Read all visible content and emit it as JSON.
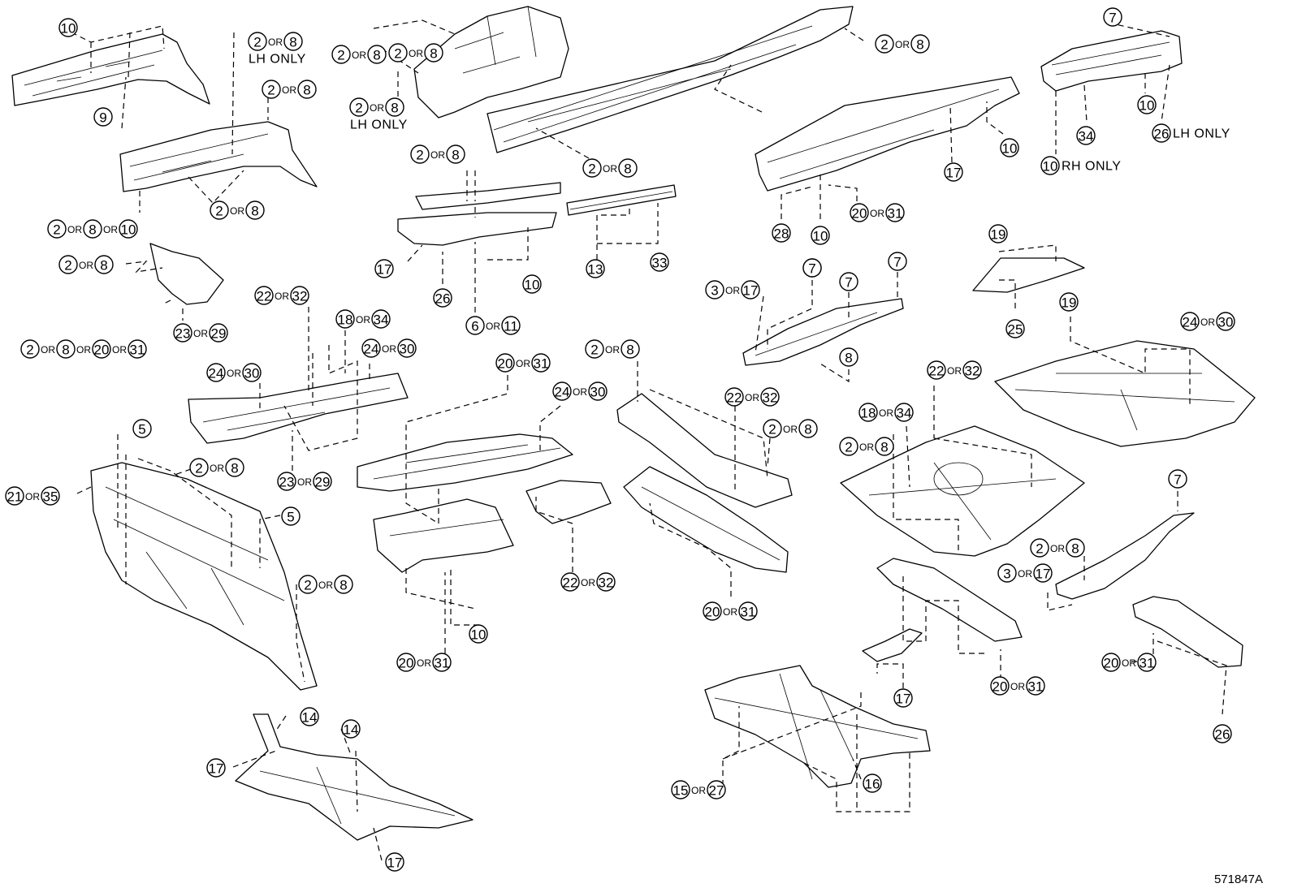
{
  "callouts": [
    {
      "parts": [
        "10"
      ],
      "note": ""
    },
    {
      "parts": [
        "2",
        "8"
      ],
      "note": "LH ONLY"
    },
    {
      "parts": [
        "2",
        "8"
      ],
      "note": ""
    },
    {
      "parts": [
        "9"
      ],
      "note": ""
    },
    {
      "parts": [
        "2",
        "8"
      ],
      "note": ""
    },
    {
      "parts": [
        "2",
        "8",
        "10"
      ],
      "note": ""
    },
    {
      "parts": [
        "2",
        "8"
      ],
      "note": ""
    },
    {
      "parts": [
        "2",
        "8"
      ],
      "note": ""
    },
    {
      "parts": [
        "23",
        "29"
      ],
      "note": ""
    },
    {
      "parts": [
        "2",
        "8",
        "20",
        "31"
      ],
      "note": ""
    },
    {
      "parts": [
        "2",
        "8"
      ],
      "note": ""
    },
    {
      "parts": [
        "2",
        "8"
      ],
      "note": "LH ONLY"
    },
    {
      "parts": [
        "2",
        "8"
      ],
      "note": ""
    },
    {
      "parts": [
        "7"
      ],
      "note": ""
    },
    {
      "parts": [
        "2",
        "8"
      ],
      "note": ""
    },
    {
      "parts": [
        "2",
        "8"
      ],
      "note": ""
    },
    {
      "parts": [
        "17"
      ],
      "note": ""
    },
    {
      "parts": [
        "26"
      ],
      "note": ""
    },
    {
      "parts": [
        "6",
        "11"
      ],
      "note": ""
    },
    {
      "parts": [
        "10"
      ],
      "note": ""
    },
    {
      "parts": [
        "13"
      ],
      "note": ""
    },
    {
      "parts": [
        "33"
      ],
      "note": ""
    },
    {
      "parts": [
        "10"
      ],
      "note": ""
    },
    {
      "parts": [
        "17"
      ],
      "note": ""
    },
    {
      "parts": [
        "28"
      ],
      "note": ""
    },
    {
      "parts": [
        "10"
      ],
      "note": ""
    },
    {
      "parts": [
        "20",
        "31"
      ],
      "note": ""
    },
    {
      "parts": [
        "7"
      ],
      "note": ""
    },
    {
      "parts": [
        "34"
      ],
      "note": ""
    },
    {
      "parts": [
        "10"
      ],
      "note": ""
    },
    {
      "parts": [
        "26"
      ],
      "note": "LH ONLY"
    },
    {
      "parts": [
        "10"
      ],
      "note": "RH ONLY"
    },
    {
      "parts": [
        "22",
        "32"
      ],
      "note": ""
    },
    {
      "parts": [
        "18",
        "34"
      ],
      "note": ""
    },
    {
      "parts": [
        "24",
        "30"
      ],
      "note": ""
    },
    {
      "parts": [
        "24",
        "30"
      ],
      "note": ""
    },
    {
      "parts": [
        "23",
        "29"
      ],
      "note": ""
    },
    {
      "parts": [
        "20",
        "31"
      ],
      "note": ""
    },
    {
      "parts": [
        "24",
        "30"
      ],
      "note": ""
    },
    {
      "parts": [
        "2",
        "8"
      ],
      "note": ""
    },
    {
      "parts": [
        "22",
        "32"
      ],
      "note": ""
    },
    {
      "parts": [
        "2",
        "8"
      ],
      "note": ""
    },
    {
      "parts": [
        "3",
        "17"
      ],
      "note": ""
    },
    {
      "parts": [
        "7"
      ],
      "note": ""
    },
    {
      "parts": [
        "7"
      ],
      "note": ""
    },
    {
      "parts": [
        "7"
      ],
      "note": ""
    },
    {
      "parts": [
        "8"
      ],
      "note": ""
    },
    {
      "parts": [
        "19"
      ],
      "note": ""
    },
    {
      "parts": [
        "25"
      ],
      "note": ""
    },
    {
      "parts": [
        "19"
      ],
      "note": ""
    },
    {
      "parts": [
        "24",
        "30"
      ],
      "note": ""
    },
    {
      "parts": [
        "22",
        "32"
      ],
      "note": ""
    },
    {
      "parts": [
        "18",
        "34"
      ],
      "note": ""
    },
    {
      "parts": [
        "2",
        "8"
      ],
      "note": ""
    },
    {
      "parts": [
        "5"
      ],
      "note": ""
    },
    {
      "parts": [
        "2",
        "8"
      ],
      "note": ""
    },
    {
      "parts": [
        "21",
        "35"
      ],
      "note": ""
    },
    {
      "parts": [
        "5"
      ],
      "note": ""
    },
    {
      "parts": [
        "2",
        "8"
      ],
      "note": ""
    },
    {
      "parts": [
        "22",
        "32"
      ],
      "note": ""
    },
    {
      "parts": [
        "10"
      ],
      "note": ""
    },
    {
      "parts": [
        "20",
        "31"
      ],
      "note": ""
    },
    {
      "parts": [
        "20",
        "31"
      ],
      "note": ""
    },
    {
      "parts": [
        "7"
      ],
      "note": ""
    },
    {
      "parts": [
        "2",
        "8"
      ],
      "note": ""
    },
    {
      "parts": [
        "3",
        "17"
      ],
      "note": ""
    },
    {
      "parts": [
        "17"
      ],
      "note": ""
    },
    {
      "parts": [
        "20",
        "31"
      ],
      "note": ""
    },
    {
      "parts": [
        "20",
        "31"
      ],
      "note": ""
    },
    {
      "parts": [
        "26"
      ],
      "note": ""
    },
    {
      "parts": [
        "14"
      ],
      "note": ""
    },
    {
      "parts": [
        "14"
      ],
      "note": ""
    },
    {
      "parts": [
        "17"
      ],
      "note": ""
    },
    {
      "parts": [
        "17"
      ],
      "note": ""
    },
    {
      "parts": [
        "15",
        "27"
      ],
      "note": ""
    },
    {
      "parts": [
        "16"
      ],
      "note": ""
    }
  ],
  "separator_text": "OR",
  "diagram_code": "571847A"
}
